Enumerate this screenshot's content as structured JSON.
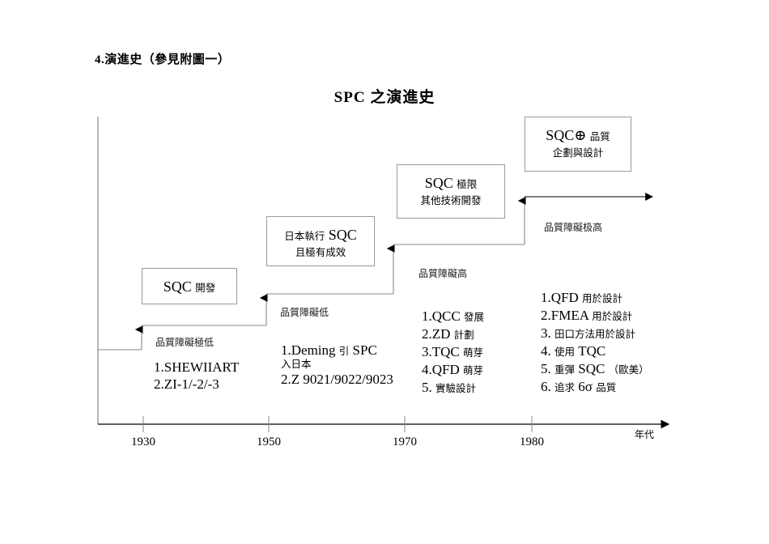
{
  "document": {
    "section_heading": "4.演進史（參見附圖一）",
    "chart_title": "SPC 之演進史"
  },
  "chart_data": {
    "type": "diagram",
    "title": "SPC 之演進史",
    "xlabel": "年代",
    "axis_ticks": [
      "1930",
      "1950",
      "1970",
      "1980"
    ],
    "steps": [
      {
        "box_line1_main": "SQC",
        "box_line1_sub": "開發",
        "box_line2": "",
        "barrier": "品質障礙極低",
        "items": [
          "1.SHEWIIART",
          "2.ZI-1/-2/-3"
        ]
      },
      {
        "box_line1_main": "SQC",
        "box_line1_sub": "日本執行",
        "box_line2": "且極有成效",
        "barrier": "品質障礙低",
        "items": [
          "1.Deming 引 SPC 入日本",
          "2.Z 9021/9022/9023"
        ]
      },
      {
        "box_line1_main": "SQC",
        "box_line1_sub": "極限",
        "box_line2": "其他技術開發",
        "barrier": "品質障礙高",
        "items": [
          "1.QCC 發展",
          "2.ZD 計劃",
          "3.TQC 萌芽",
          "4.QFD 萌芽",
          "5. 實驗設計"
        ]
      },
      {
        "box_line1_main": "SQC⊕",
        "box_line1_sub": "品質",
        "box_line2": "企劃與設計",
        "barrier": "品質障礙极高",
        "items": [
          "1.QFD 用於設計",
          "2.FMEA 用於設計",
          "3. 田口方法用於設計",
          "4. 使用 TQC",
          "5. 重彈 SQC （歐美）",
          "6. 追求 6σ 品質"
        ]
      }
    ]
  },
  "boxes": {
    "b1": {
      "main": "SQC",
      "suffix": "開發",
      "line2": ""
    },
    "b2": {
      "prefix": "日本執行",
      "main": "SQC",
      "line2": "且極有成效"
    },
    "b3": {
      "main": "SQC",
      "suffix": "極限",
      "line2": "其他技術開發"
    },
    "b4": {
      "main": "SQC⊕",
      "suffix": "品質",
      "line2": "企劃與設計"
    }
  },
  "barriers": {
    "b1": "品質障礙極低",
    "b2": "品質障礙低",
    "b3": "品質障礙高",
    "b4": "品質障礙极高"
  },
  "lists": {
    "l1": {
      "r1": "1.SHEWIIART",
      "r2": "2.ZI-1/-2/-3"
    },
    "l2": {
      "r1_main": "1.Deming",
      "r1_sub": "引",
      "r1_tail": "SPC",
      "r1_line2": "入日本",
      "r2": "2.Z 9021/9022/9023"
    },
    "l3": {
      "r1_main": "1.QCC",
      "r1_sub": "發展",
      "r2_main": "2.ZD",
      "r2_sub": "計劃",
      "r3_main": "3.TQC",
      "r3_sub": "萌芽",
      "r4_main": "4.QFD",
      "r4_sub": "萌芽",
      "r5_main": "5.",
      "r5_sub": "實驗設計"
    },
    "l4": {
      "r1_main": "1.QFD",
      "r1_sub": "用於設計",
      "r2_main": "2.FMEA",
      "r2_sub": "用於設計",
      "r3_main": "3.",
      "r3_sub": "田口方法用於設計",
      "r4_main": "4.",
      "r4_sub": "使用",
      "r4_tail": "TQC",
      "r5_main": "5.",
      "r5_sub": "重彈",
      "r5_tail": "SQC",
      "r5_tail2": "（歐美）",
      "r6_main": "6.",
      "r6_sub": "追求",
      "r6_tail": "6σ",
      "r6_tail2": "品質"
    }
  },
  "axis": {
    "caption": "年代",
    "ticks": [
      {
        "label": "1930"
      },
      {
        "label": "1950"
      },
      {
        "label": "1970"
      },
      {
        "label": "1980"
      }
    ]
  }
}
